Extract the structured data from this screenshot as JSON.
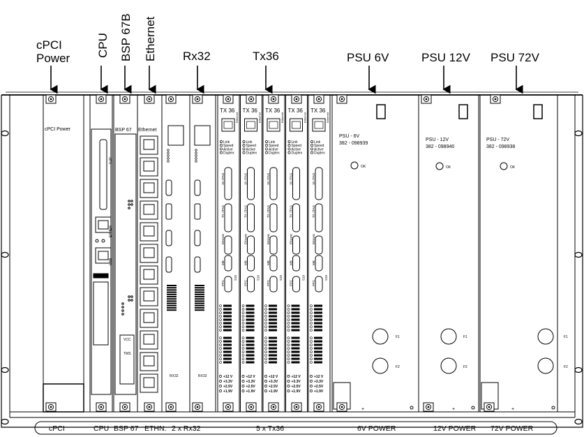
{
  "callouts": {
    "cpci_power_line1": "cPCI",
    "cpci_power_line2": "Power",
    "cpu": "CPU",
    "bsp": "BSP 67B",
    "ethernet": "Ethernet",
    "rx32": "Rx32",
    "tx36": "Tx36",
    "psu6": "PSU 6V",
    "psu12": "PSU 12V",
    "psu72": "PSU 72V"
  },
  "card_labels": {
    "cpci_power": "cPCI Power",
    "bsp": "BSP 67",
    "ethernet": "Ethernet",
    "tx": "TX 36",
    "rx_bottom": "RX32",
    "tx_ethernet_tab": "Ethernet",
    "tx_status": [
      "Link",
      "Speed",
      "Active",
      "Duplex"
    ],
    "tx_rails": [
      "+12 V",
      "+3.3V",
      "+2.5V",
      "+1.9V"
    ],
    "tx_slots": [
      "10 JTAG",
      "TX JTAG",
      "EKsync",
      "MB",
      "PPC",
      "S10"
    ],
    "vcc": "VCC",
    "tms": "TMS",
    "psu6_name": "PSU - 6V",
    "psu6_part": "382 - 098939",
    "psu12_name": "PSU - 12V",
    "psu12_part": "382 - 098940",
    "psu72_name": "PSU - 72V",
    "psu72_part": "382 - 098938",
    "ok": "OK",
    "f1": "F1",
    "f2": "F2",
    "plus": "+"
  },
  "bottom_strip": {
    "cpci": "cPCI",
    "cpu": "CPU",
    "bsp": "BSP 67",
    "ethn": "ETHN.",
    "rx": "2 x Rx32",
    "tx": "5 x Tx36",
    "p6": "6V POWER",
    "p12": "12V POWER",
    "p72": "72V POWER"
  },
  "colors": {
    "line": "#000000",
    "panel": "#ffffff"
  }
}
